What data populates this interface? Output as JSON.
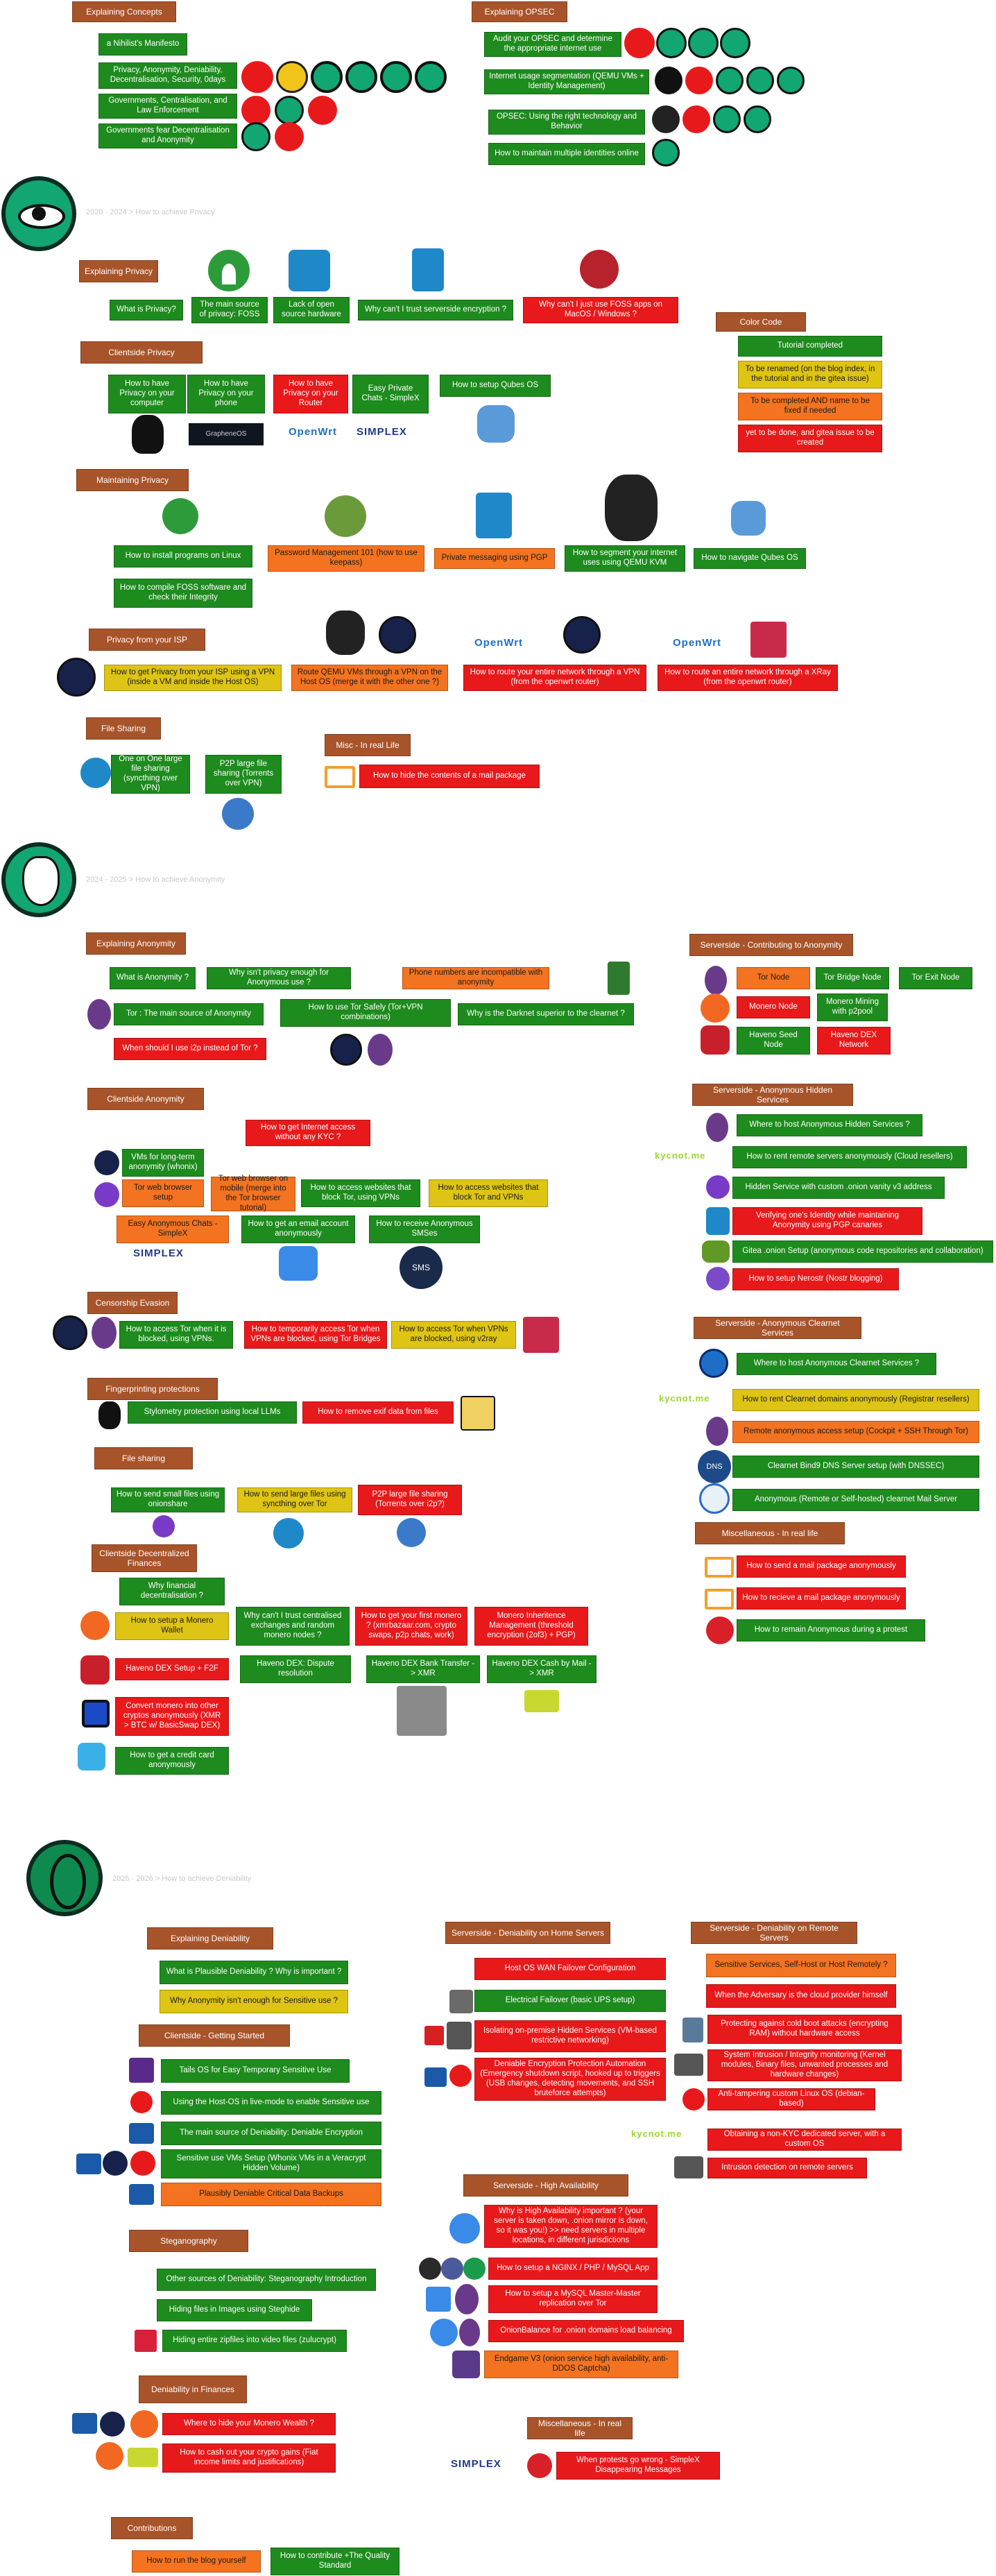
{
  "top": {
    "concepts_header": "Explaining Concepts",
    "concepts": [
      "a Nihilist's Manifesto",
      "Privacy, Anonymity, Deniability, Decentralisation, Security, 0days",
      "Governments, Centralisation, and Law Enforcement",
      "Governments fear Decentralisation and Anonymity"
    ],
    "opsec_header": "Explaining OPSEC",
    "opsec": [
      "Audit your OPSEC and determine the appropriate internet use",
      "Internet usage segmentation (QEMU VMs + Identity Management)",
      "OPSEC: Using the right technology and Behavior",
      "How to maintain multiple identities online"
    ]
  },
  "privacy": {
    "title": "2020 - 2024 > How to achieve Privacy",
    "explaining_header": "Explaining Privacy",
    "explaining": [
      "What is Privacy?",
      "The main source of privacy: FOSS",
      "Lack of open source hardware",
      "Why can't I trust serverside encryption ?",
      "Why can't I just use FOSS apps on MacOS / Windows ?"
    ],
    "color_code_header": "Color Code",
    "color_code": [
      "Tutorial completed",
      "To be renamed (on the blog index, in the tutorial and in the gitea issue)",
      "To be completed AND name to be fixed if needed",
      "yet to be done, and gitea issue to be created"
    ],
    "clientside_header": "Clientside Privacy",
    "clientside": [
      "How to have Privacy on your computer",
      "How to have Privacy on your phone",
      "How to have Privacy on your Router",
      "Easy Private Chats - SimpleX",
      "How to setup Qubes OS"
    ],
    "logos": {
      "graphene": "GrapheneOS",
      "openwrt": "OpenWrt",
      "simplex": "SIMPLEX"
    },
    "maintaining_header": "Maintaining Privacy",
    "maintaining": [
      "How to install programs on Linux",
      "Password Management 101 (how to use keepass)",
      "Private messaging using PGP",
      "How to segment your internet uses using QEMU KVM",
      "How to navigate Qubes OS",
      "How to compile FOSS software and check their Integrity"
    ],
    "isp_header": "Privacy from your ISP",
    "isp": [
      "How to get Privacy from your ISP using a VPN (inside a VM and inside the Host OS)",
      "Route QEMU VMs through a VPN on the Host OS (merge it with the other one ?)",
      "How to route your entire network through a VPN (from the openwrt router)",
      "How to route an entire network through a XRay (from the openwrt router)"
    ],
    "filesharing_header": "File Sharing",
    "filesharing": [
      "One on One large file sharing (syncthing over VPN)",
      "P2P large file sharing (Torrents over VPN)"
    ],
    "irl_header": "Misc - In real Life",
    "irl": [
      "How to hide the contents of a mail package"
    ]
  },
  "anonymity": {
    "title": "2024 - 2025 > How to achieve Anonymity",
    "explaining_header": "Explaining Anonymity",
    "explaining": [
      "What is Anonymity ?",
      "Why isn't privacy enough for Anonymous use ?",
      "Phone numbers are incompatible with anonymity",
      "Tor : The main source of Anonymity",
      "How to use Tor Safely (Tor+VPN combinations)",
      "Why is the Darknet superior to the clearnet ?",
      "When should I use i2p instead of Tor ?"
    ],
    "clientside_header": "Clientside Anonymity",
    "clientside": [
      "How to get Internet access without any KYC ?",
      "VMs for long-term anonymity (whonix)",
      "Tor web browser setup",
      "Tor web browser on mobile (merge into the Tor browser tutorial)",
      "How to access websites that block Tor, using VPNs",
      "How to access websites that block Tor and VPNs",
      "Easy Anonymous Chats - SimpleX",
      "How to get an email account anonymously",
      "How to receive Anonymous SMSes"
    ],
    "censorship_header": "Censorship Evasion",
    "censorship": [
      "How to access Tor when it is blocked, using VPNs.",
      "How to temporarily access Tor when VPNs are blocked, using Tor Bridges",
      "How to access Tor when VPNs are blocked, using v2ray"
    ],
    "fingerprint_header": "Fingerprinting protections",
    "fingerprint": [
      "Stylometry protection using local LLMs",
      "How to remove exif data from files"
    ],
    "filesharing_header": "File sharing",
    "filesharing": [
      "How to send small files using onionshare",
      "How to send large files using syncthing over Tor",
      "P2P large file sharing (Torrents over i2p?)"
    ],
    "finance_header": "Clientside Decentralized Finances",
    "finance": [
      "Why financial decentralisation ?",
      "How to setup a Monero Wallet",
      "Why can't I trust centralised exchanges and random monero nodes ?",
      "How to get your first monero ? (xmrbazaar.com, crypto swaps, p2p chats, work)",
      "Monero Inheritence Management (threshold encryption (2of3) + PGP)",
      "Haveno DEX Setup + F2F",
      "Haveno DEX: Dispute resolution",
      "Haveno DEX Bank Transfer -> XMR",
      "Haveno DEX Cash by Mail -> XMR",
      "Convert monero into other cryptos anonymously (XMR > BTC w/ BasicSwap DEX)",
      "How to get a credit card anonymously"
    ],
    "contrib_header": "Serverside - Contributing to Anonymity",
    "contrib": [
      "Tor Node",
      "Tor Bridge Node",
      "Tor Exit Node",
      "Monero Node",
      "Monero Mining with p2pool",
      "Haveno Seed Node",
      "Haveno DEX Network"
    ],
    "hidden_header": "Serverside - Anonymous Hidden Services",
    "hidden": [
      "Where to host Anonymous Hidden Services ?",
      "How to rent remote servers anonymously (Cloud resellers)",
      "Hidden Service with custom .onion vanity v3 address",
      "Verifying one's Identity while maintaining Anonymity using PGP canaries",
      "Gitea .onion Setup (anonymous code repositories and collaboration)",
      "How to setup Nerostr (Nostr blogging)"
    ],
    "clearnet_header": "Serverside - Anonymous Clearnet Services",
    "clearnet": [
      "Where to host Anonymous Clearnet Services ?",
      "How to rent Clearnet domains anonymously (Registrar resellers)",
      "Remote anonymous access setup (Cockpit + SSH Through Tor)",
      "Clearnet Bind9 DNS Server setup (with DNSSEC)",
      "Anonymous (Remote or Self-hosted) clearnet Mail Server"
    ],
    "misc_header": "Miscellaneous - In real life",
    "misc": [
      "How to send a mail package anonymously",
      "How to recieve a mail package anonymously",
      "How to remain Anonymous during a protest"
    ],
    "logos": {
      "simplex": "SIMPLEX",
      "kyc1": "kycnot.me",
      "kyc2": "kycnot.me",
      "sms": "SMS",
      "dns": "DNS"
    }
  },
  "deniability": {
    "title": "2025 - 2026 > How to achieve Deniability",
    "explaining_header": "Explaining Deniability",
    "explaining": [
      "What is Plausible Deniability ? Why is important ?",
      "Why Anonymity isn't enough for Sensitive use ?"
    ],
    "getting_started_header": "Clientside - Getting Started",
    "getting_started": [
      "Tails OS for Easy Temporary Sensitive Use",
      "Using the Host-OS in live-mode to enable Sensitive use",
      "The main source of Deniability: Deniable Encryption",
      "Sensitive use VMs Setup (Whonix VMs in a Veracrypt Hidden Volume)",
      "Plausibly Deniable Critical Data Backups"
    ],
    "stegano_header": "Steganography",
    "stegano": [
      "Other sources of Deniability: Steganography Introduction",
      "Hiding files in Images using Steghide",
      "Hiding entire zipfiles into video files (zulucrypt)"
    ],
    "finance_header": "Deniability in Finances",
    "finance": [
      "Where to hide your Monero Wealth ?",
      "How to cash out your crypto gains (Fiat income limits and justifications)"
    ],
    "contrib_header": "Contributions",
    "contrib": [
      "How to run the blog yourself",
      "How to contribute +The Quality Standard"
    ],
    "home_header": "Serverside - Deniability on Home Servers",
    "home": [
      "Host OS WAN Failover Configuration",
      "Electrical Failover (basic UPS setup)",
      "Isolating on-premise Hidden Services (VM-based restrictive networking)",
      "Deniable Encryption Protection Automation (Emergency shutdown script, hooked up to triggers (USB changes, detecting movements, and SSH bruteforce attempts)"
    ],
    "ha_header": "Serverside - High Availability",
    "ha": [
      "Why is High Availability important ? (your server is taken down, .onion mirror is down, so it was you!) >> need servers in multiple locations, in different jurisdictions",
      "How to setup a NGINX / PHP / MySQL App",
      "How to setup a MySQL Master-Master replication over Tor",
      "OnionBalance for .onion domains load balancing",
      "Endgame V3 (onion service high availability, anti-DDOS Captcha)"
    ],
    "remote_header": "Serverside - Deniability on Remote Servers",
    "remote": [
      "Sensitive Services, Self-Host or Host Remotely ?",
      "When the Adversary is the cloud provider himself",
      "Protecting against cold boot attacks (encrypting RAM) without hardware access",
      "System Intrusion / Integrity monitoring (Kernel modules, Binary files, unwanted processes and hardware changes)",
      "Anti-tampering custom Linux OS (debian-based)",
      "Obtaining a non-KYC dedicated server, with a custom OS",
      "Intrusion detection on remote servers"
    ],
    "irl_header": "Miscellaneous - In real life",
    "irl": [
      "When protests go wrong - SimpleX Disappearing Messages"
    ],
    "logos": {
      "simplex": "SIMPLEX",
      "kyc": "kycnot.me"
    }
  }
}
